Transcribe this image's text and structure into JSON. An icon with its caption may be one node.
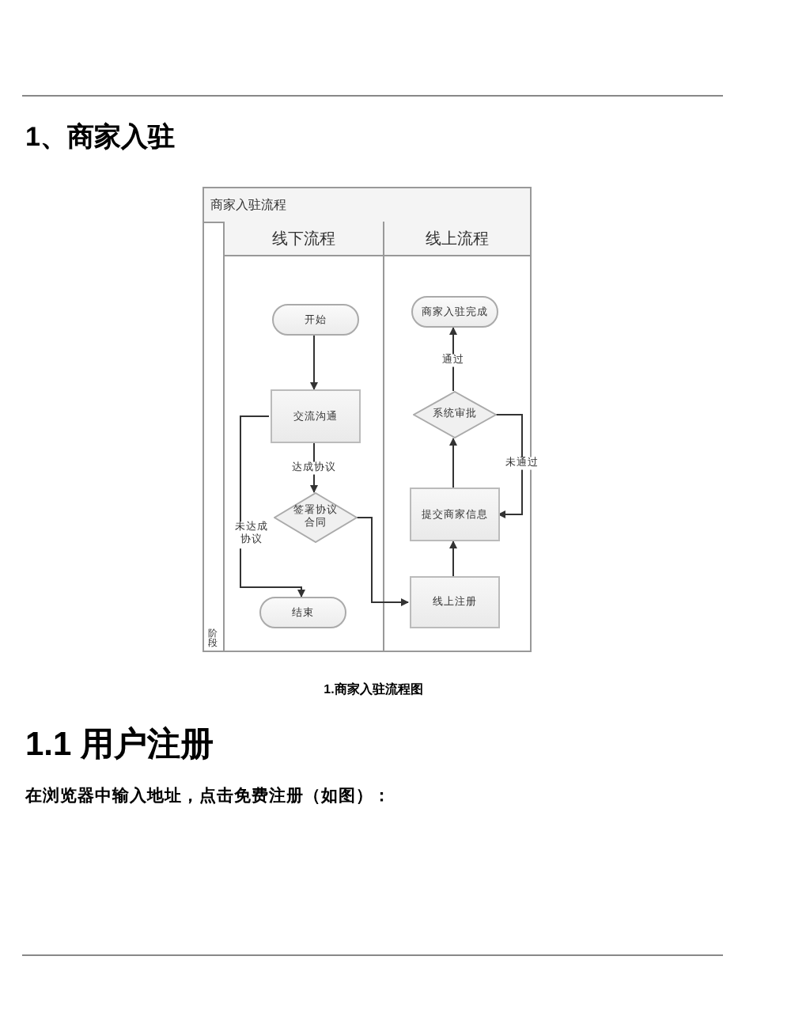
{
  "diagram": {
    "title": "1、商家入驻",
    "caption": "1.商家入驻流程图",
    "nodes": [
      {
        "text": [
          "商家入驻流程"
        ]
      },
      {
        "text": [
          "线下流程"
        ],
        "in": 0
      },
      {
        "text": [
          "线上流程"
        ],
        "in": 0
      },
      {
        "text": [
          "开始"
        ],
        "in": 1
      },
      {
        "text": [
          "交流沟通"
        ],
        "in": 1
      },
      {
        "text": [
          "签署协议合同"
        ],
        "in": 1
      },
      {
        "text": [
          "结束"
        ],
        "in": 1
      },
      {
        "text": [
          "商家入驻完成"
        ],
        "in": 2
      },
      {
        "text": [
          "系统审批"
        ],
        "in": 2
      },
      {
        "text": [
          "提交商家信息"
        ],
        "in": 2
      },
      {
        "text": [
          "线上注册"
        ],
        "in": 2
      }
    ],
    "edges": [
      {
        "from": 3,
        "to": 4,
        "arrow": "to"
      },
      {
        "from": 4,
        "to": 5,
        "arrow": "to",
        "label": "达成协议"
      },
      {
        "from": 4,
        "to": 6,
        "arrow": "to",
        "label": "未达成协议"
      },
      {
        "from": 5,
        "to": 10,
        "arrow": "to"
      },
      {
        "from": 10,
        "to": 9,
        "arrow": "to"
      },
      {
        "from": 9,
        "to": 8,
        "arrow": "to"
      },
      {
        "from": 8,
        "to": 7,
        "arrow": "to",
        "label": "通过"
      },
      {
        "from": 8,
        "to": 9,
        "arrow": "to",
        "label": "未通过"
      }
    ],
    "labels": [
      "阶段",
      "1.1 用户注册",
      "在浏览器中输入地址，点击免费注册（如图）："
    ]
  }
}
